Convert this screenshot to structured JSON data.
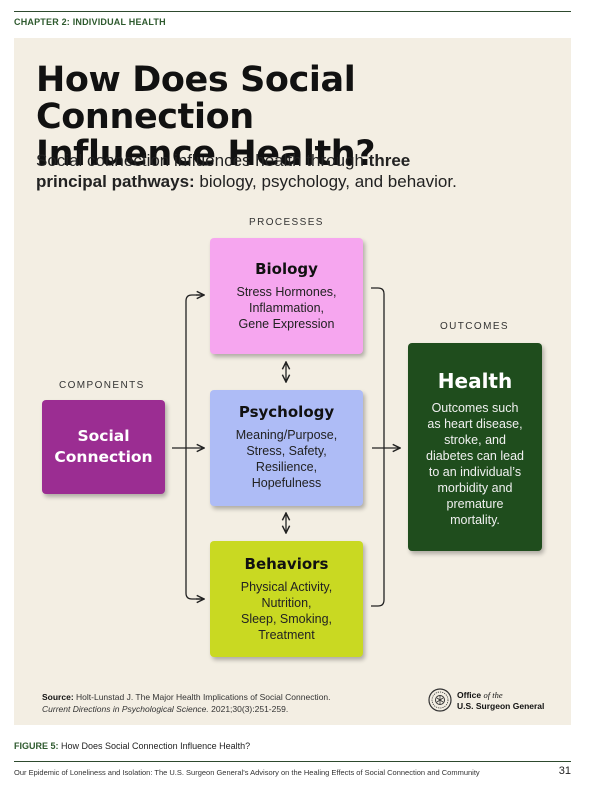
{
  "header": {
    "chapter": "CHAPTER 2: INDIVIDUAL HEALTH"
  },
  "title": {
    "line1": "How Does Social Connection",
    "line2": "Influence Health?"
  },
  "subtitle": {
    "pre": "Social connection influences health through ",
    "bold1": "three",
    "bold2": "principal pathways:",
    "post": " biology, psychology, and behavior."
  },
  "diagram": {
    "components_label": "COMPONENTS",
    "processes_label": "PROCESSES",
    "outcomes_label": "OUTCOMES",
    "component": {
      "line1": "Social",
      "line2": "Connection",
      "color": "#9b2d92"
    },
    "processes": [
      {
        "title": "Biology",
        "lines": [
          "Stress Hormones,",
          "Inflammation,",
          "Gene Expression"
        ],
        "color": "#f6a6ef"
      },
      {
        "title": "Psychology",
        "lines": [
          "Meaning/Purpose,",
          "Stress, Safety,",
          "Resilience,",
          "Hopefulness"
        ],
        "color": "#aebcf6"
      },
      {
        "title": "Behaviors",
        "lines": [
          "Physical Activity,",
          "Nutrition,",
          "Sleep, Smoking,",
          "Treatment"
        ],
        "color": "#c9d922"
      }
    ],
    "outcome": {
      "title": "Health",
      "lines": [
        "Outcomes such",
        "as heart disease,",
        "stroke, and",
        "diabetes can lead",
        "to an individual’s",
        "morbidity and",
        "premature",
        "mortality."
      ],
      "color": "#1f4d1d"
    }
  },
  "source": {
    "label": "Source:",
    "text": " Holt-Lunstad J. The Major Health Implications of Social Connection.",
    "journal": "Current Directions in Psychological Science.",
    "citation": " 2021;30(3):251-259."
  },
  "logo": {
    "office": "Office",
    "of_the": "of the",
    "name": "U.S. Surgeon General",
    "icon": "surgeon-general-seal-icon"
  },
  "caption": {
    "label": "FIGURE 5:",
    "text": " How Does Social Connection Influence Health?"
  },
  "footer": {
    "text": "Our Epidemic of Loneliness and Isolation: The U.S. Surgeon General’s Advisory on the Healing Effects of Social Connection and Community",
    "page": "31"
  },
  "colors": {
    "panel": "#f3eee3",
    "accent_green": "#2e5a2e",
    "arrow": "#222222"
  }
}
